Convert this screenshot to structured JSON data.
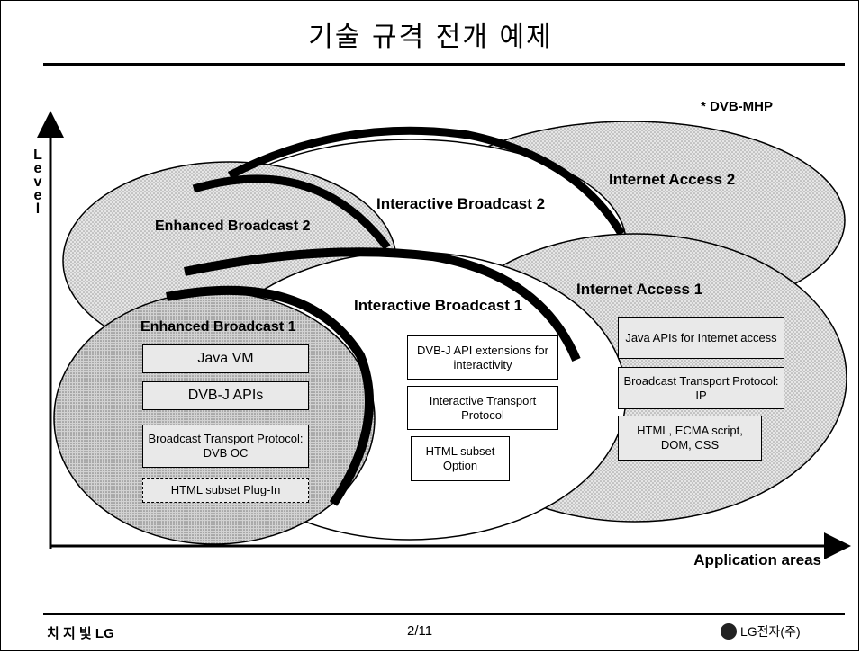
{
  "slide": {
    "title": "기술 규격 전개 예제",
    "note": "* DVB-MHP",
    "y_axis_label": "Level",
    "x_axis_label": "Application areas"
  },
  "regions": {
    "internet_access_2": "Internet Access 2",
    "interactive_broadcast_2": "Interactive Broadcast 2",
    "enhanced_broadcast_2": "Enhanced Broadcast 2",
    "internet_access_1": "Internet Access 1",
    "interactive_broadcast_1": "Interactive Broadcast 1",
    "enhanced_broadcast_1": "Enhanced Broadcast 1"
  },
  "boxes": {
    "java_vm": "Java VM",
    "dvbj_apis": "DVB-J APIs",
    "broadcast_transport_dvb_oc": "Broadcast Transport Protocol: DVB OC",
    "html_subset_plugin": "HTML subset Plug-In",
    "dvbj_api_extensions": "DVB-J API extensions for interactivity",
    "interactive_transport_protocol": "Interactive Transport Protocol",
    "html_subset_option": "HTML subset Option",
    "java_apis_internet": "Java APIs for Internet access",
    "broadcast_transport_ip": "Broadcast Transport Protocol: IP",
    "html_ecma_dom_css": "HTML, ECMA script, DOM, CSS"
  },
  "footer": {
    "left": "치 지 빛 LG",
    "page": "2/11",
    "right": "LG전자(주)"
  },
  "colors": {
    "dotted_fill": "#d9d9d9",
    "white": "#ffffff",
    "outline": "#000000"
  }
}
